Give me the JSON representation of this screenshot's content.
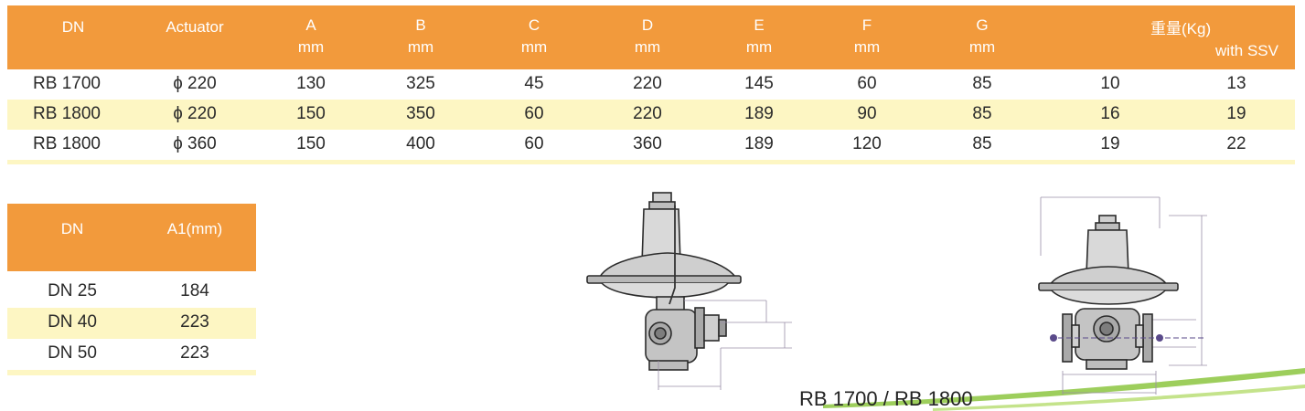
{
  "main_table": {
    "headers": [
      {
        "label": "DN",
        "unit": ""
      },
      {
        "label": "Actuator",
        "unit": ""
      },
      {
        "label": "A",
        "unit": "mm"
      },
      {
        "label": "B",
        "unit": "mm"
      },
      {
        "label": "C",
        "unit": "mm"
      },
      {
        "label": "D",
        "unit": "mm"
      },
      {
        "label": "E",
        "unit": "mm"
      },
      {
        "label": "F",
        "unit": "mm"
      },
      {
        "label": "G",
        "unit": "mm"
      },
      {
        "label": "重量(Kg)",
        "unit": "with SSV"
      }
    ],
    "rows": [
      [
        "RB 1700",
        "ɸ 220",
        "130",
        "325",
        "45",
        "220",
        "145",
        "60",
        "85",
        "10",
        "13"
      ],
      [
        "RB 1800",
        "ɸ 220",
        "150",
        "350",
        "60",
        "220",
        "189",
        "90",
        "85",
        "16",
        "19"
      ],
      [
        "RB 1800",
        "ɸ 360",
        "150",
        "400",
        "60",
        "360",
        "189",
        "120",
        "85",
        "19",
        "22"
      ]
    ]
  },
  "dn_table": {
    "headers": [
      "DN",
      "A1(mm)"
    ],
    "rows": [
      [
        "DN 25",
        "184"
      ],
      [
        "DN 40",
        "223"
      ],
      [
        "DN 50",
        "223"
      ]
    ]
  },
  "caption": "RB 1700 / RB 1800",
  "colors": {
    "header_bg": "#f29a3c",
    "stripe_bg": "#fdf6c3",
    "accent_green": "#8cc63f"
  }
}
